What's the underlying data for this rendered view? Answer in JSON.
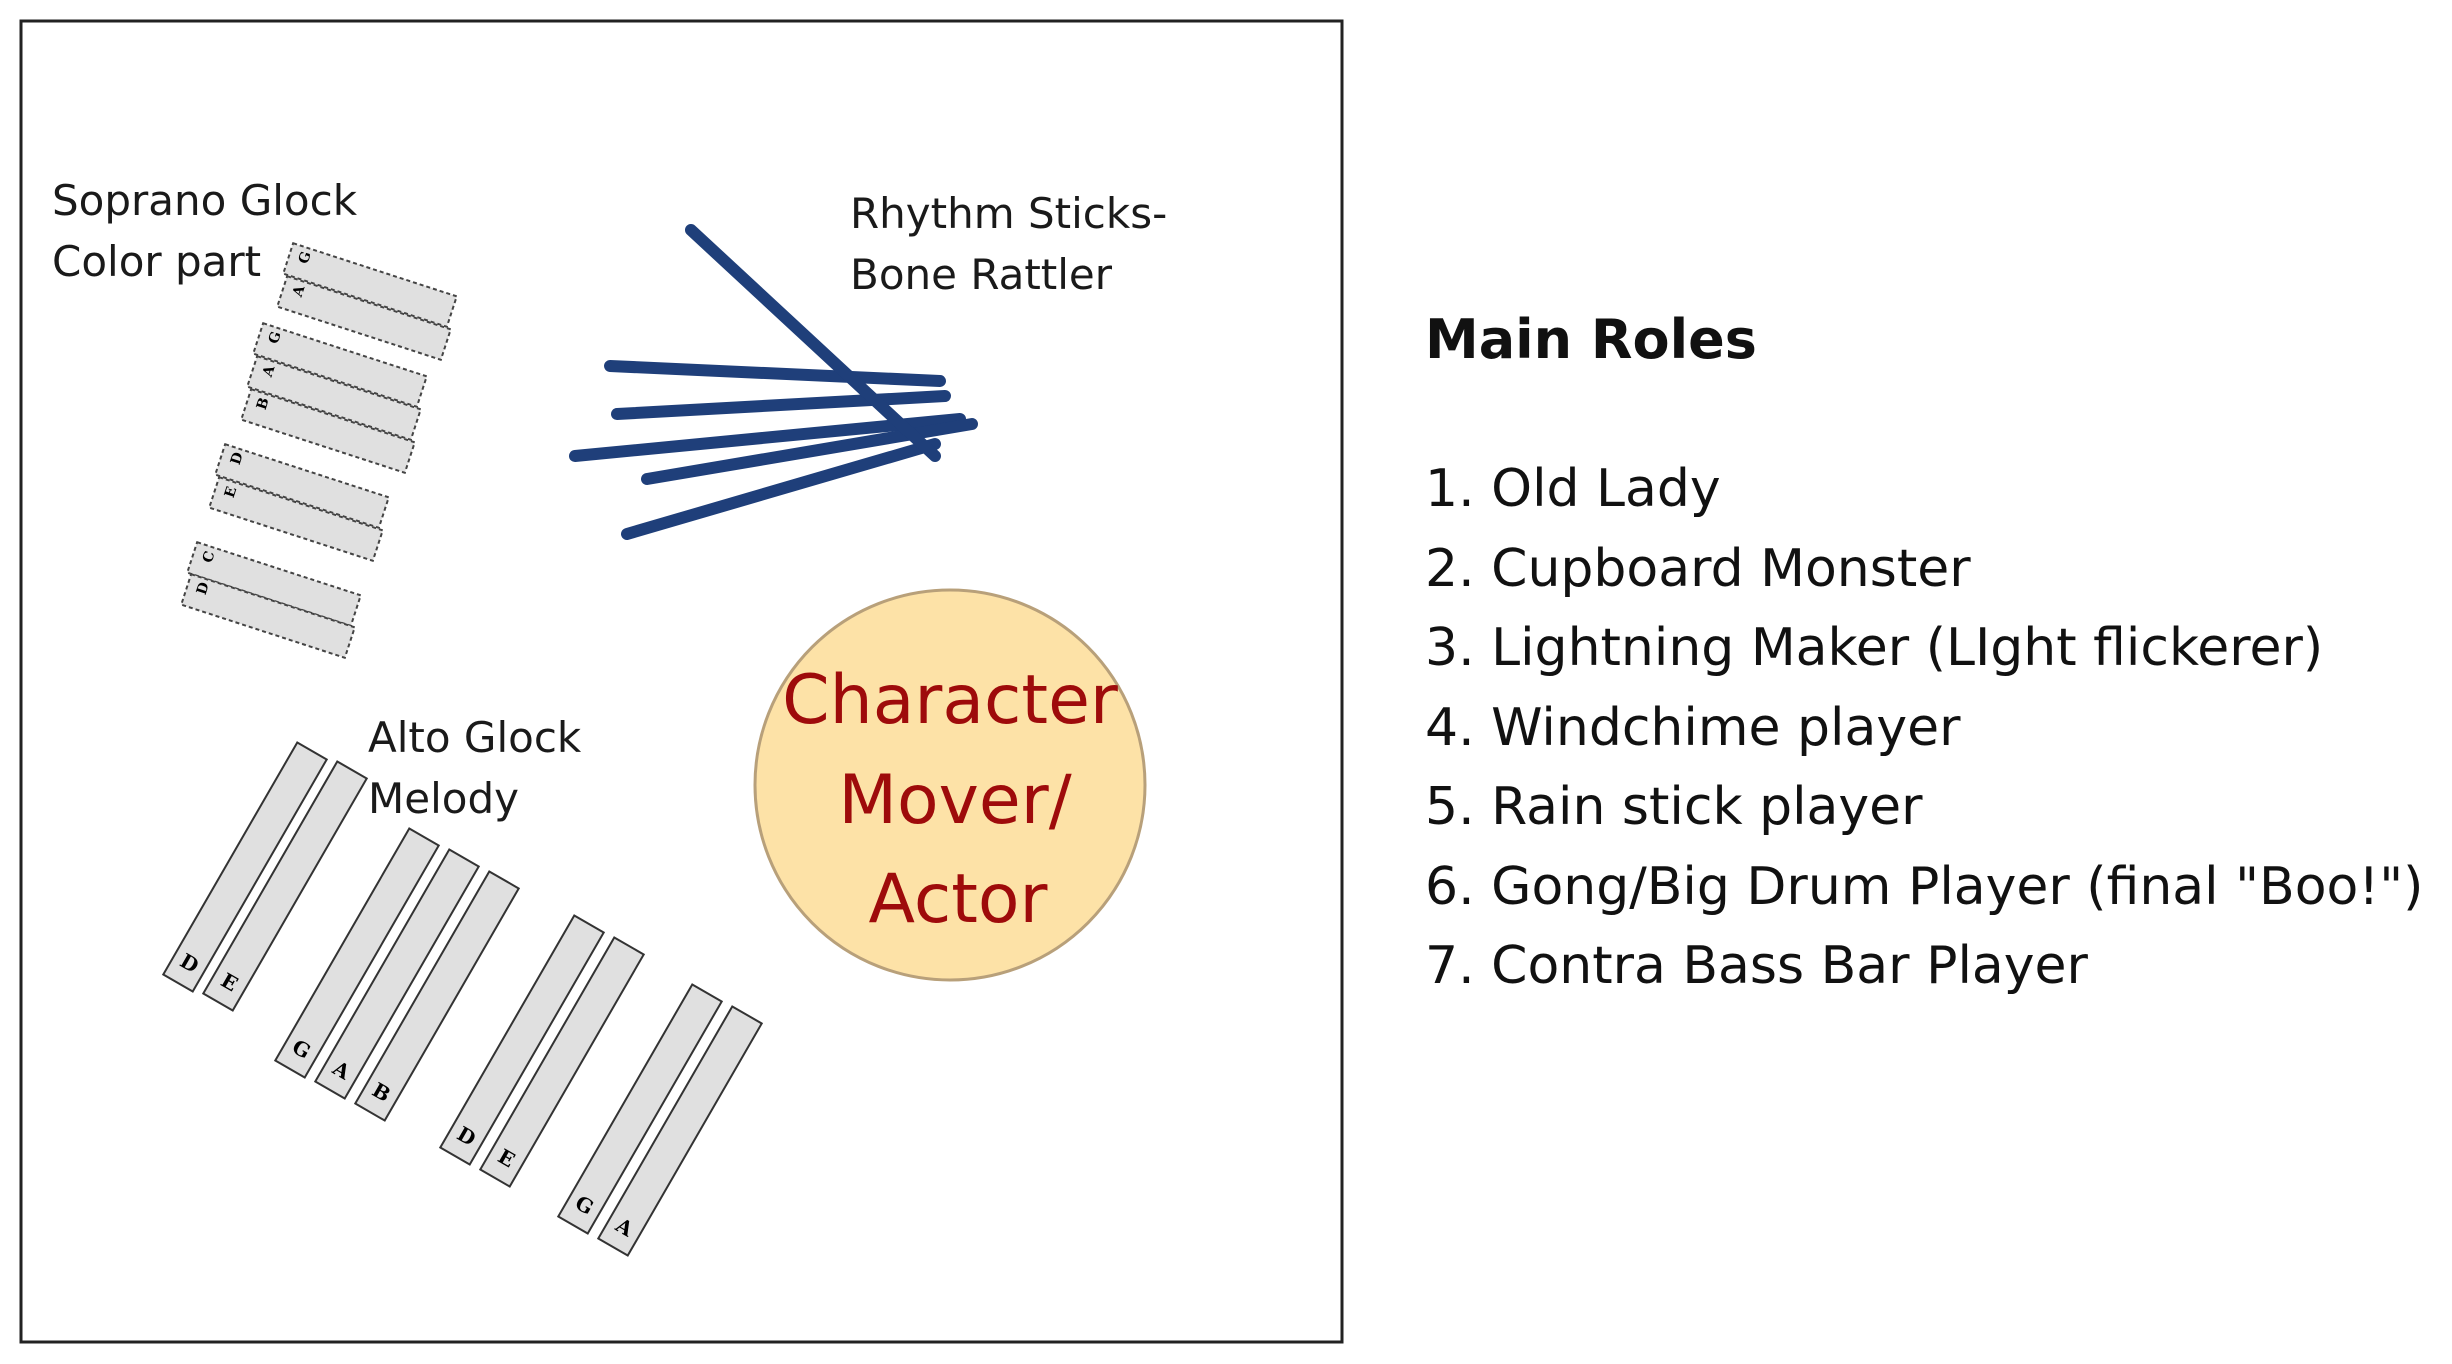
{
  "soprano": {
    "line1": "Soprano Glock",
    "line2": "Color part"
  },
  "rhythm": {
    "line1": "Rhythm Sticks-",
    "line2": "Bone Rattler"
  },
  "alto": {
    "line1": "Alto Glock",
    "line2": "Melody"
  },
  "center": {
    "line1": "Character",
    "line2": "Mover/",
    "line3": "Actor"
  },
  "roles": {
    "title": "Main Roles",
    "items": [
      "1. Old Lady",
      "2. Cupboard Monster",
      "3. Lightning Maker (LIght flickerer)",
      "4. Windchime player",
      "5. Rain stick player",
      "6. Gong/Big Drum Player (final \"Boo!\")",
      "7. Contra Bass Bar Player"
    ]
  },
  "alto_bars": [
    "D",
    "E",
    "G",
    "A",
    "B",
    "D",
    "E",
    "G",
    "A"
  ],
  "soprano_bars": [
    "G",
    "A",
    "D",
    "E",
    "G",
    "A",
    "B",
    "C",
    "D"
  ],
  "colors": {
    "frame": "#222222",
    "bar_fill": "#e0e0e0",
    "stick": "#1f3f7a",
    "circle_fill": "#fde2a7",
    "circle_stroke": "#b8a07a",
    "center_text": "#9e0b0b"
  }
}
